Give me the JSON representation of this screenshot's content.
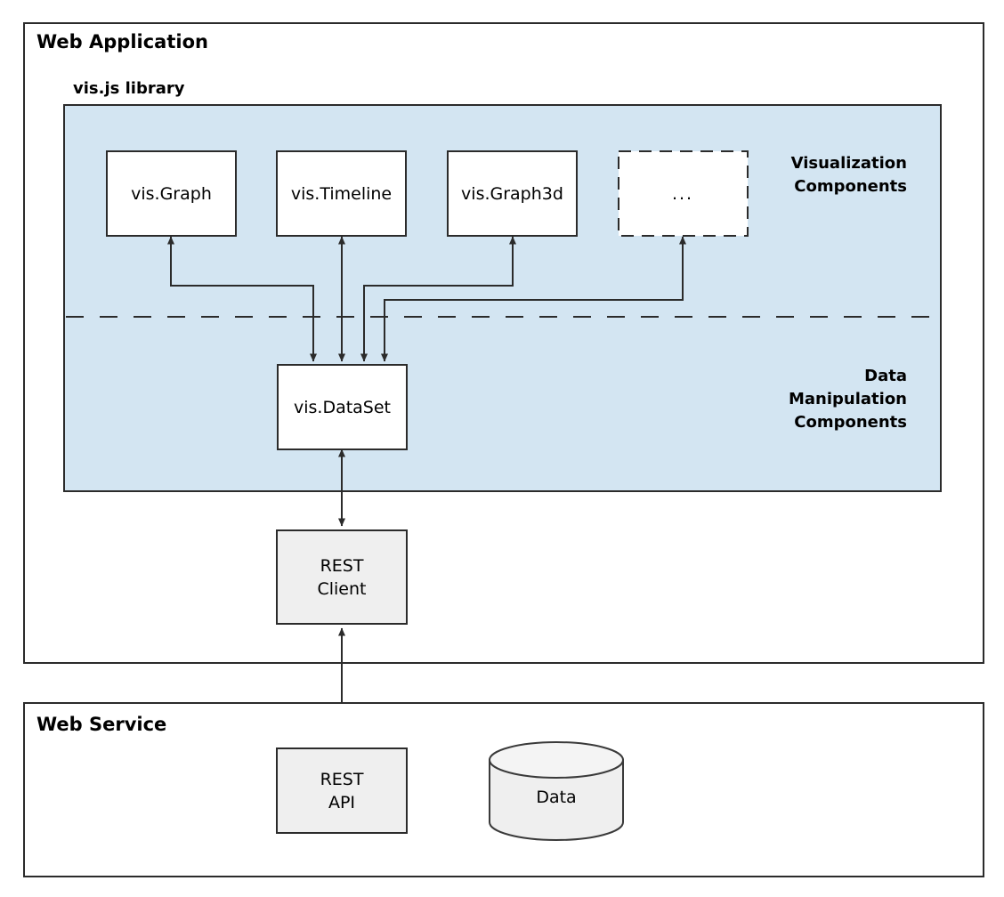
{
  "diagram": {
    "title_hidden": "",
    "containers": [
      {
        "id": "web-application",
        "label": "Web Application"
      },
      {
        "id": "web-service",
        "label": "Web Service"
      }
    ],
    "library_panel": {
      "label": "vis.js library",
      "fill_color": "#d3e5f2"
    },
    "group_labels": {
      "visualization": [
        "Visualization",
        "Components"
      ],
      "data_manipulation": [
        "Data",
        "Manipulation",
        "Components"
      ]
    },
    "visualization_components": [
      {
        "id": "vis-graph",
        "label": "vis.Graph",
        "style": "solid"
      },
      {
        "id": "vis-timeline",
        "label": "vis.Timeline",
        "style": "solid"
      },
      {
        "id": "vis-graph3d",
        "label": "vis.Graph3d",
        "style": "solid"
      },
      {
        "id": "more-components",
        "label": "...",
        "style": "dashed"
      }
    ],
    "data_components": [
      {
        "id": "vis-dataset",
        "label": "vis.DataSet",
        "style": "solid"
      }
    ],
    "client_nodes": [
      {
        "id": "rest-client",
        "label_line1": "REST",
        "label_line2": "Client",
        "style": "gray"
      }
    ],
    "service_nodes": [
      {
        "id": "rest-api",
        "label_line1": "REST",
        "label_line2": "API",
        "style": "gray"
      },
      {
        "id": "data-store",
        "label": "Data",
        "style": "cylinder"
      }
    ],
    "colors": {
      "panel_fill": "#d3e5f2",
      "node_fill": "#ffffff",
      "gray_node_fill": "#efefef",
      "stroke": "#2b2b2b",
      "background": "#ffffff"
    }
  }
}
